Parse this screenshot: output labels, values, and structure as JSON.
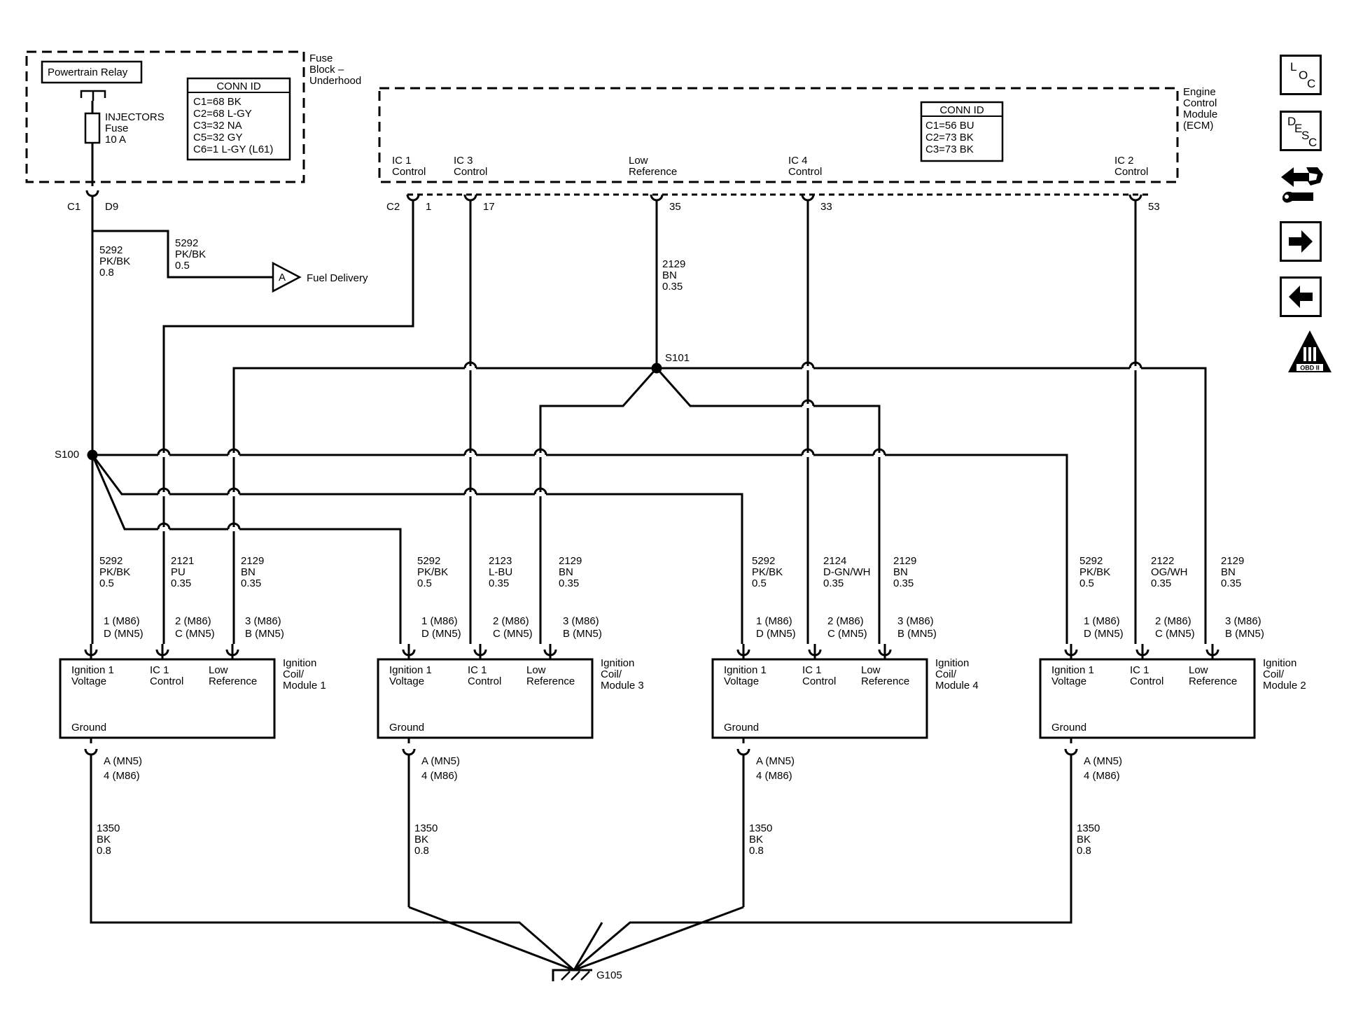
{
  "fuse_block": {
    "name": "Fuse Block – Underhood",
    "relay": "Powertrain Relay",
    "fuse_name": "INJECTORS",
    "fuse_word": "Fuse",
    "fuse_rating": "10 A",
    "conn_title": "CONN ID",
    "conns": [
      "C1=68 BK",
      "C2=68 L-GY",
      "C3=32 NA",
      "C5=32 GY",
      "C6=1 L-GY (L61)"
    ]
  },
  "ecm": {
    "name": "Engine Control Module (ECM)",
    "conn_title": "CONN ID",
    "conns": [
      "C1=56 BU",
      "C2=73 BK",
      "C3=73 BK"
    ],
    "connector": "C2",
    "pins": [
      {
        "label": "IC 1 Control",
        "pin": "1"
      },
      {
        "label": "IC 3 Control",
        "pin": "17"
      },
      {
        "label": "Low Reference",
        "pin": "35"
      },
      {
        "label": "IC 4 Control",
        "pin": "33"
      },
      {
        "label": "IC 2 Control",
        "pin": "53"
      }
    ]
  },
  "fuse_out": {
    "connector": "C1",
    "pin": "D9"
  },
  "wire_main": "5292 PK/BK 0.8",
  "wire_fuel": "5292 PK/BK 0.5",
  "wire_lowref": "2129 BN 0.35",
  "fuel_link": {
    "letter": "A",
    "label": "Fuel Delivery"
  },
  "splices": {
    "s100": "S100",
    "s101": "S101"
  },
  "ground": "G105",
  "coils": [
    {
      "name": "Ignition Coil/ Module 1",
      "wires": [
        "5292 PK/BK 0.5",
        "2121 PU 0.35",
        "2129 BN 0.35"
      ]
    },
    {
      "name": "Ignition Coil/ Module 3",
      "wires": [
        "5292 PK/BK 0.5",
        "2123 L-BU 0.35",
        "2129 BN 0.35"
      ]
    },
    {
      "name": "Ignition Coil/ Module 4",
      "wires": [
        "5292 PK/BK 0.5",
        "2124 D-GN/WH 0.35",
        "2129 BN 0.35"
      ]
    },
    {
      "name": "Ignition Coil/ Module 2",
      "wires": [
        "5292 PK/BK 0.5",
        "2122 OG/WH 0.35",
        "2129 BN 0.35"
      ]
    }
  ],
  "coil_pins": [
    "1 (M86) D (MN5)",
    "2 (M86) C (MN5)",
    "3 (M86) B (MN5)"
  ],
  "coil_labels": {
    "voltage": "Ignition 1 Voltage",
    "control": "IC 1 Control",
    "lowref": "Low Reference",
    "ground": "Ground"
  },
  "coil_ground_pins": [
    "A (MN5)",
    "4 (M86)"
  ],
  "ground_wire": "1350 BK 0.8",
  "side_nav": [
    {
      "icon": "loc-icon",
      "label": "LOC"
    },
    {
      "icon": "desc-icon",
      "label": "DESC"
    },
    {
      "icon": "connector-tools-icon",
      "label": ""
    },
    {
      "icon": "arrow-right-icon",
      "label": ""
    },
    {
      "icon": "arrow-left-icon",
      "label": ""
    },
    {
      "icon": "obd-ii-icon",
      "label": "OBD II"
    }
  ]
}
